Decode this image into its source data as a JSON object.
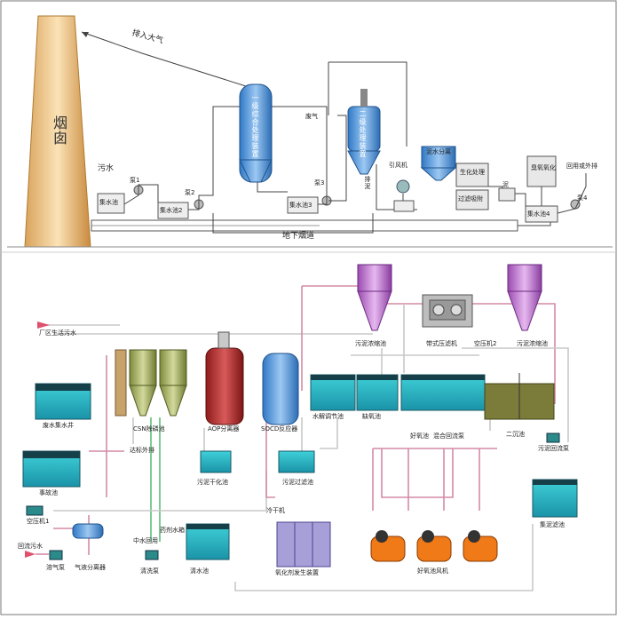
{
  "top": {
    "chimney": "烟囱",
    "exhaust_to_air": "排入大气",
    "sewage": "污水",
    "collect_pool": "集水池",
    "pump1": "泵1",
    "pump2": "泵2",
    "pump3": "泵3",
    "pump4": "泵4",
    "collect_pool2": "集水池2",
    "collect_pool3": "集水池3",
    "collect_pool4": "集水池4",
    "tower1": "一级综合处理装置",
    "tower2": "二级处理装置",
    "waste_gas": "废气",
    "induced_fan": "引风机",
    "discharge": "排泥",
    "separator": "泥水分离",
    "bio_treat": "生化处理",
    "filter": "过滤吸附",
    "ozone": "臭氧氧化",
    "reuse": "回用或外排",
    "underground_flue": "地下烟道",
    "sludge": "泥"
  },
  "bottom": {
    "factory_wastewater": "厂区生活污水",
    "waste_collect_well": "废水集水井",
    "accident_pool": "事故池",
    "air_compressor1": "空压机1",
    "dissolved_air_pump": "溶气泵",
    "gas_liquid_separator": "气液分离器",
    "reflux_water": "回流污水",
    "csn_tower": "CSN除磷池",
    "aop_separator": "AOP分离器",
    "socd_reactor": "SOCD反应器",
    "sludge_dry_pool": "污泥干化池",
    "sludge_filter_pool": "污泥过滤池",
    "freeze_dryer": "冷干机",
    "ozone_generator": "氧化剂发生装置",
    "clean_pump": "清洗泵",
    "clean_pool": "清水池",
    "reg_pool": "水解调节池",
    "anoxic_pool": "缺氧池",
    "aerobic_pool": "好氧池",
    "mix_reflux_pump": "混合回流泵",
    "secondary_clarifier": "二沉池",
    "sludge_reflux_pump": "污泥回流泵",
    "collect_filter_pool": "集泥滤池",
    "aerobic_fan": "好氧池风机",
    "sludge_conc_left": "污泥浓缩池",
    "sludge_conc_right": "污泥浓缩池",
    "belt_press": "带式压滤机",
    "air_compressor2": "空压机2",
    "effluent_out": "达标外排",
    "dosing_water": "药剂水箱",
    "clean_water_in": "中水回用"
  }
}
